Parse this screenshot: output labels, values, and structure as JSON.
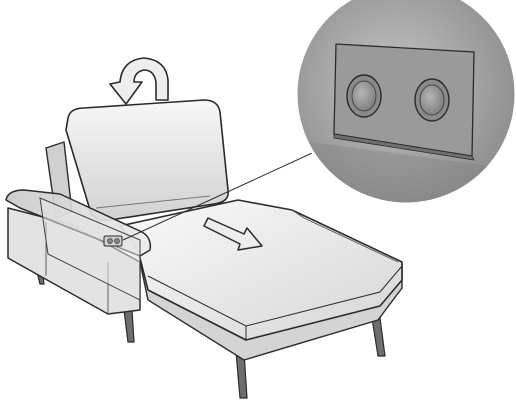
{
  "figure": {
    "colors": {
      "outline": "#2b2b2b",
      "cushion_light": "#f4f4f4",
      "cushion_mid": "#d9d9d9",
      "cushion_dark": "#a9a9a9",
      "glass_tint": "#e6e6e6",
      "zoom_bg": "#a8a8a8",
      "zoom_panel": "#9a9a9a",
      "button_ring": "#7c7c7c",
      "arrow_fill": "#eeeeee",
      "leg_color": "#6e6e6e"
    },
    "icons": {
      "rotate_arrow": "curved-rotate-arrow-icon",
      "slide_arrow": "straight-slide-arrow-icon",
      "button_1": "round-push-button-icon",
      "button_2": "round-push-button-icon"
    },
    "motion": {
      "backrest": "rotate-forward",
      "seat": "slide-out"
    },
    "zoom_callout": {
      "button_count": 2,
      "shape": "circle"
    }
  }
}
